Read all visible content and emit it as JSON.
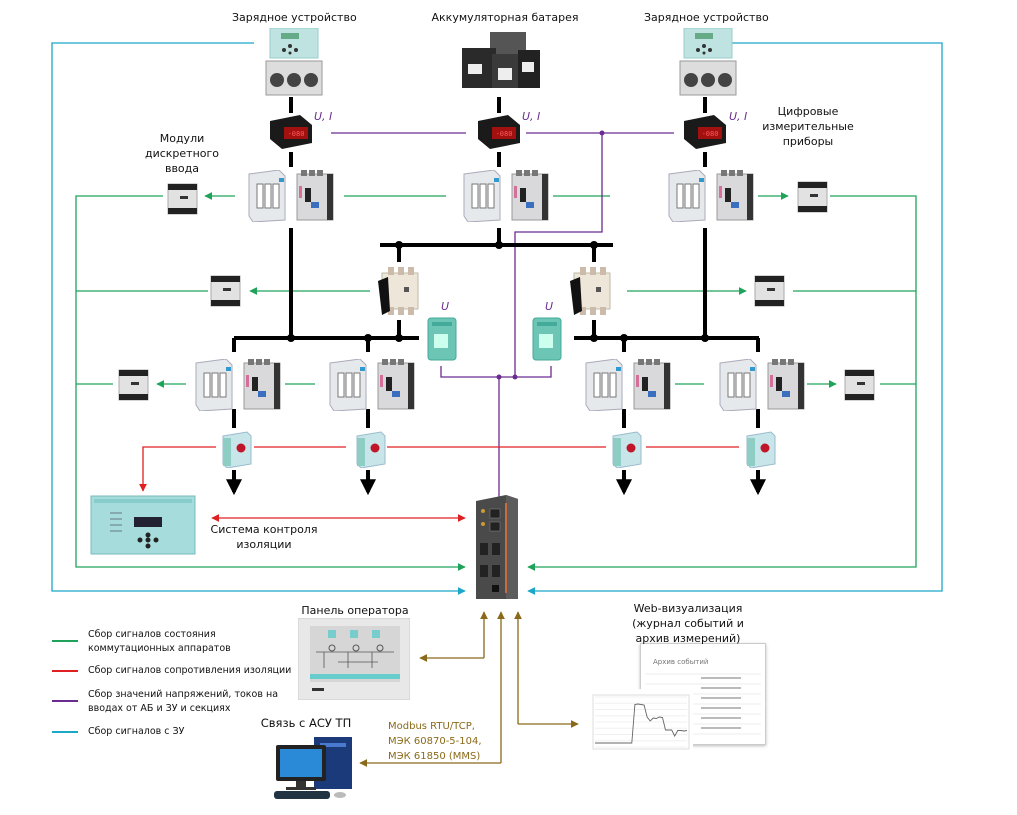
{
  "title_labels": {
    "charger_left": "Зарядное устройство",
    "battery": "Аккумуляторная батарея",
    "charger_right": "Зарядное устройство",
    "digital_meters": "Цифровые измерительные приборы",
    "digital_meters_lines": [
      "Цифровые",
      "измерительные",
      "приборы"
    ],
    "di_modules_lines": [
      "Модули",
      "дискретного",
      "ввода"
    ],
    "insulation_system_lines": [
      "Система контроля",
      "изоляции"
    ],
    "operator_panel": "Панель оператора",
    "scada_link": "Связь с АСУ ТП",
    "web_lines": [
      "Web-визуализация",
      "(журнал событий и",
      "архив измерений)"
    ]
  },
  "measurement_labels": {
    "ui_left": "U, I",
    "ui_center": "U, I",
    "ui_right": "U, I",
    "u_left": "U",
    "u_right": "U"
  },
  "protocols": [
    "Modbus RTU/TCP,",
    "МЭК 60870-5-104,",
    "МЭК 61850 (MMS)"
  ],
  "legend": [
    {
      "color": "#1fa35a",
      "lines": [
        "Сбор сигналов состояния",
        "коммутационных аппаратов"
      ]
    },
    {
      "color": "#e02020",
      "lines": [
        "Сбор сигналов сопротивления изоляции"
      ]
    },
    {
      "color": "#6a2c91",
      "lines": [
        "Сбор значений напряжений, токов на",
        "вводах от АБ и ЗУ и секциях"
      ]
    },
    {
      "color": "#1aa7c9",
      "lines": [
        "Сбор сигналов с ЗУ"
      ]
    }
  ],
  "colors": {
    "switch_state": "#1fa35a",
    "insulation": "#e02020",
    "measurements": "#6a2c91",
    "charger": "#1aa7c9",
    "comm": "#8a6a1a",
    "bus": "#000000"
  },
  "meter_display": "-080",
  "web_panel": {
    "events_title": "Архив событий",
    "chart_series": [
      0.08,
      0.08,
      0.08,
      0.08,
      0.08,
      0.08,
      0.08,
      0.08,
      0.08,
      0.08,
      0.08,
      0.08,
      0.08,
      0.85,
      0.86,
      0.85,
      0.84,
      0.6,
      0.52,
      0.58,
      0.57,
      0.6,
      0.59,
      0.34,
      0.34,
      0.34,
      0.22,
      0.33,
      0.33,
      0.32,
      0.33
    ]
  }
}
